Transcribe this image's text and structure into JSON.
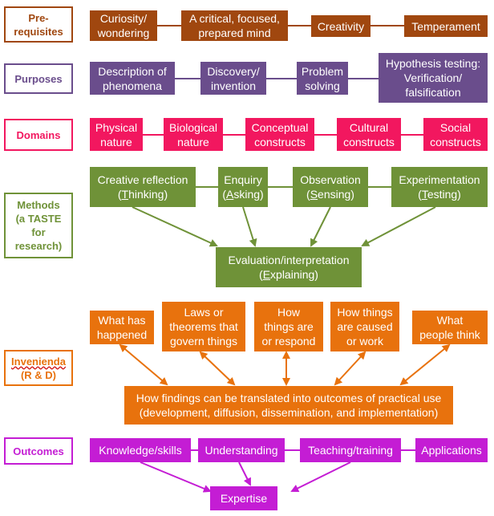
{
  "colors": {
    "prerequisites": "#a0470f",
    "purposes": "#6a4d8c",
    "domains": "#f2175f",
    "methods": "#6f9238",
    "invenienda": "#e8720d",
    "outcomes": "#c41dd4"
  },
  "labels": {
    "prerequisites": [
      "Pre-",
      "requisites"
    ],
    "purposes": "Purposes",
    "domains": "Domains",
    "methods": [
      "Methods",
      "(a TASTE",
      "for",
      "research)"
    ],
    "invenienda": [
      "Invenienda",
      "(R & D)"
    ],
    "outcomes": "Outcomes"
  },
  "prerequisites": [
    [
      "Curiosity/",
      "wondering"
    ],
    [
      "A critical, focused,",
      "prepared mind"
    ],
    [
      "Creativity"
    ],
    [
      "Temperament"
    ]
  ],
  "purposes": [
    [
      "Description of",
      "phenomena"
    ],
    [
      "Discovery/",
      "invention"
    ],
    [
      "Problem",
      "solving"
    ],
    [
      "Hypothesis testing:",
      "Verification/",
      "falsification"
    ]
  ],
  "domains": [
    [
      "Physical",
      "nature"
    ],
    [
      "Biological",
      "nature"
    ],
    [
      "Conceptual",
      "constructs"
    ],
    [
      "Cultural",
      "constructs"
    ],
    [
      "Social",
      "constructs"
    ]
  ],
  "methods": [
    {
      "line1": "Creative reflection",
      "pre": "(",
      "letter": "T",
      "post": "hinking)"
    },
    {
      "line1": "Enquiry",
      "pre": "(",
      "letter": "A",
      "post": "sking)"
    },
    {
      "line1": "Observation",
      "pre": "(",
      "letter": "S",
      "post": "ensing)"
    },
    {
      "line1": "Experimentation",
      "pre": "(",
      "letter": "T",
      "post": "esting)"
    }
  ],
  "evaluation": {
    "line1": "Evaluation/interpretation",
    "pre": "(",
    "letter": "E",
    "post": "xplaining)"
  },
  "invenienda": [
    [
      "What has",
      "happened"
    ],
    [
      "Laws or",
      "theorems that",
      "govern things"
    ],
    [
      "How",
      "things are",
      "or respond"
    ],
    [
      "How things",
      "are caused",
      "or work"
    ],
    [
      "What",
      "people think"
    ]
  ],
  "translation": [
    "How findings can be translated into outcomes of practical use",
    "(development, diffusion, dissemination, and implementation)"
  ],
  "outcomes": [
    "Knowledge/skills",
    "Understanding",
    "Teaching/training",
    "Applications"
  ],
  "expertise": "Expertise"
}
